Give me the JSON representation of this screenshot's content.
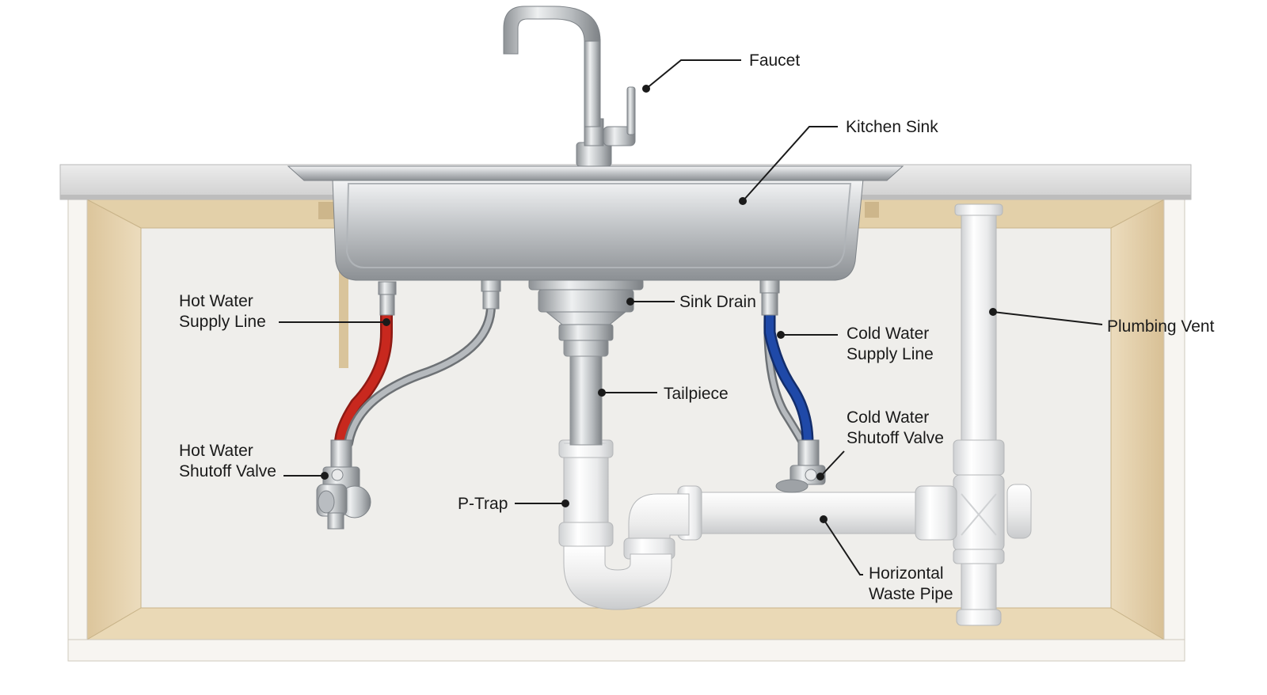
{
  "labels": {
    "faucet": "Faucet",
    "kitchen_sink": "Kitchen Sink",
    "sink_drain": "Sink Drain",
    "hot_supply": [
      "Hot Water",
      "Supply Line"
    ],
    "cold_supply": [
      "Cold Water",
      "Supply Line"
    ],
    "tailpiece": "Tailpiece",
    "plumbing_vent": "Plumbing Vent",
    "cold_shutoff": [
      "Cold Water",
      "Shutoff Valve"
    ],
    "hot_shutoff": [
      "Hot Water",
      "Shutoff Valve"
    ],
    "p_trap": "P-Trap",
    "waste_pipe": [
      "Horizontal",
      "Waste Pipe"
    ]
  },
  "colors": {
    "hot_line": "#c8281e",
    "cold_line": "#1f49a8",
    "pvc": "#f1f1f1",
    "steel": "#a9adb1",
    "cabinet_wood": "#e6d2ad",
    "countertop": "#dcdcdc",
    "cabinet_back": "#efeeeb"
  }
}
